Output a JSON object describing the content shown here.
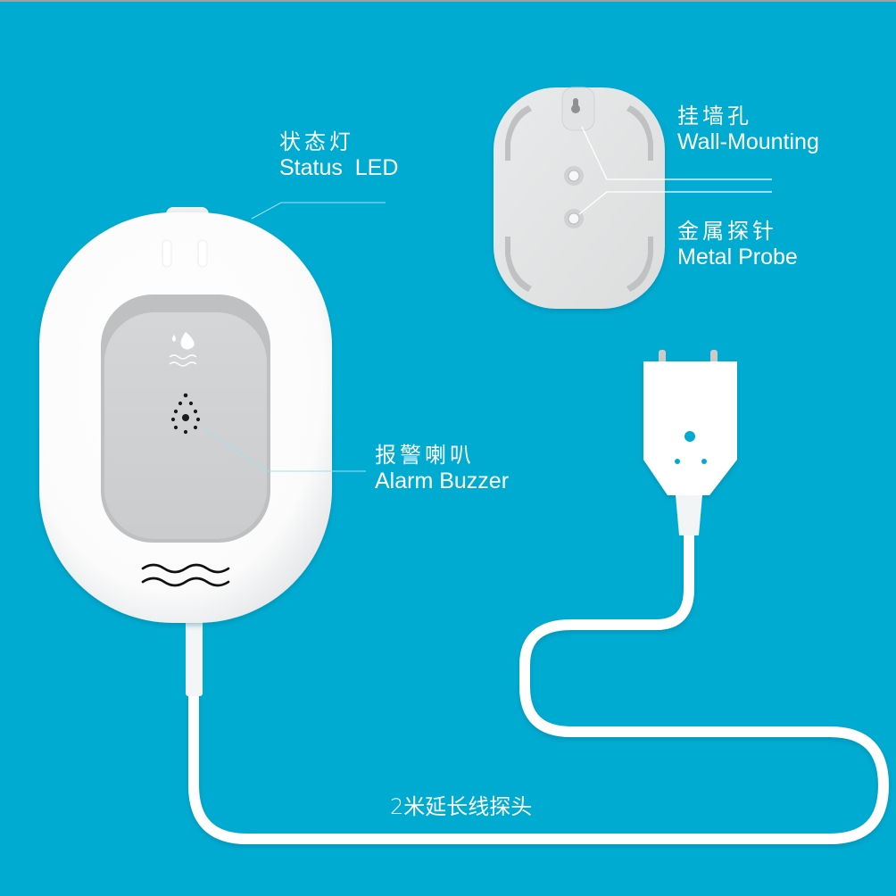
{
  "colors": {
    "background": "#00abd1",
    "device_body": "#ffffff",
    "device_panel": "#cfd0d1",
    "cable": "#ffffff",
    "label_text": "#ffffff"
  },
  "labels": {
    "status_led": {
      "zh": "状态灯",
      "en": "Status  LED"
    },
    "wall_mounting": {
      "zh": "挂墙孔",
      "en": "Wall-Mounting"
    },
    "metal_probe": {
      "zh": "金属探针",
      "en": "Metal Probe"
    },
    "alarm_buzzer": {
      "zh": "报警喇叭",
      "en": "Alarm Buzzer"
    },
    "cable_probe": {
      "zh": "2米延长线探头"
    }
  },
  "icons": {
    "front_panel": [
      "water-drop-icon",
      "water-waves-icon",
      "speaker-grille-icon"
    ],
    "device_bottom": "water-waves-icon",
    "back_plate": [
      "keyhole-icon",
      "metal-probe-contact-icon"
    ],
    "probe_head": [
      "probe-pins-icon",
      "probe-indicator-dots-icon"
    ]
  }
}
